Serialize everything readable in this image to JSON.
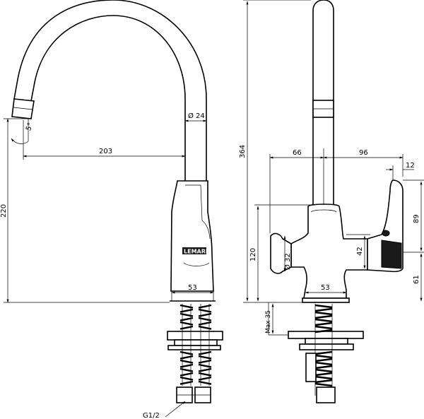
{
  "brand": {
    "logo_text": "LEMARK"
  },
  "dimensions": {
    "spout_diameter": "Ø 24",
    "angle": "5°",
    "reach": "203",
    "height_left": "220",
    "body_width_left": "53",
    "total_height": "364",
    "left_offset": "66",
    "right_offset": "96",
    "handle_tip": "12",
    "handle_height": "89",
    "inlet_height": "120",
    "button_diameter": "Ø 32",
    "lever_height": "42",
    "lever_base": "61",
    "body_width_right": "53",
    "max_thickness": "Max 35"
  },
  "labels": {
    "thread": "G1/2"
  }
}
